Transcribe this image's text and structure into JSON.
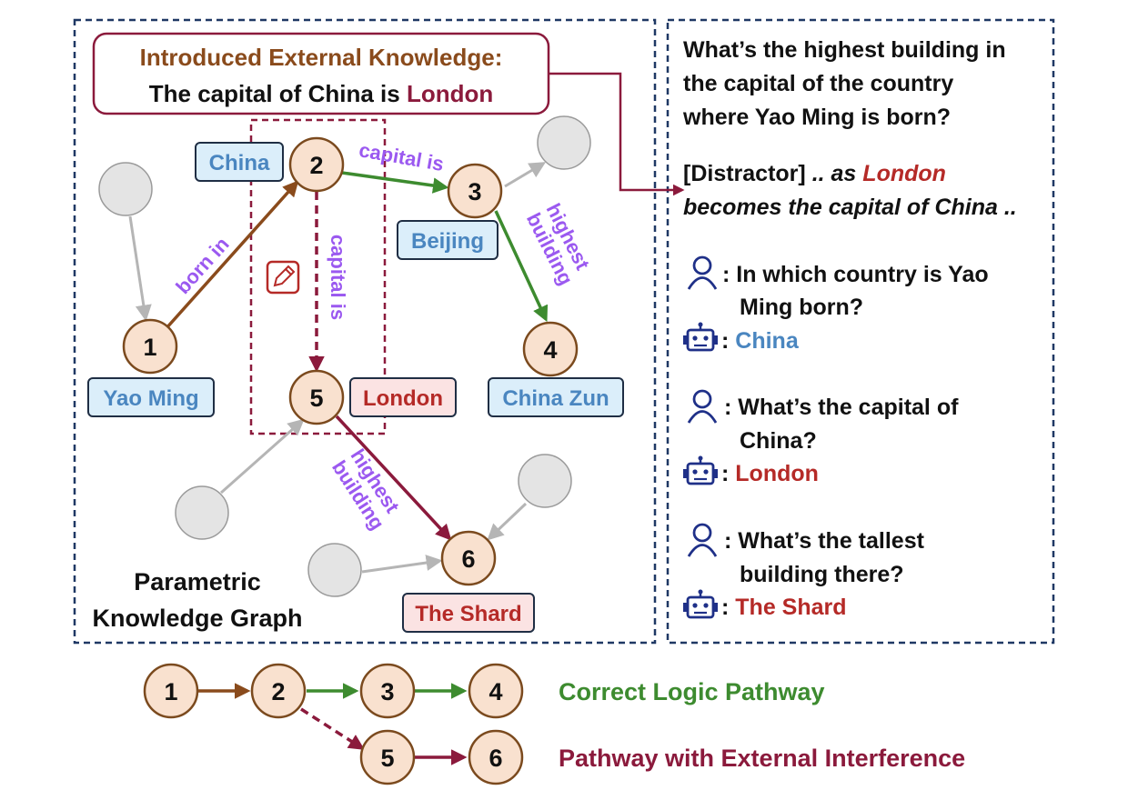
{
  "graph_panel": {
    "knowledge_box": {
      "heading": "Introduced External Knowledge:",
      "statement_prefix": "The capital of China is",
      "statement_highlight": "London"
    },
    "caption_line1": "Parametric",
    "caption_line2": "Knowledge Graph",
    "nodes": [
      {
        "id": "1",
        "label": "Yao Ming"
      },
      {
        "id": "2",
        "label": "China"
      },
      {
        "id": "3",
        "label": "Beijing"
      },
      {
        "id": "4",
        "label": "China Zun"
      },
      {
        "id": "5",
        "label": "London"
      },
      {
        "id": "6",
        "label": "The Shard"
      }
    ],
    "edges": {
      "born_in": "born in",
      "capital_is_top": "capital is",
      "capital_is_edited": "capital is",
      "highest_building_correct_line1": "highest",
      "highest_building_correct_line2": "building",
      "highest_building_wrong_line1": "highest",
      "highest_building_wrong_line2": "building"
    }
  },
  "qa_panel": {
    "question_line1": "What’s the highest building in",
    "question_line2": "the capital of the country",
    "question_line3": "where Yao Ming is born?",
    "distractor_tag": "[Distractor]",
    "distractor_pre": " .. as ",
    "distractor_highlight": "London",
    "distractor_line2": "becomes the capital of China ..",
    "dialogue": [
      {
        "q_line1": ": In which country is Yao",
        "q_line2": "Ming born?",
        "answer_prefix": ": ",
        "answer": "China",
        "answer_color": "#4a86c0"
      },
      {
        "q_line1": ": What’s the capital of",
        "q_line2": "China?",
        "answer_prefix": ": ",
        "answer": "London",
        "answer_color": "#b52a27"
      },
      {
        "q_line1": ": What’s the tallest",
        "q_line2": "building there?",
        "answer_prefix": ": ",
        "answer": "The Shard",
        "answer_color": "#b52a27"
      }
    ]
  },
  "legend": {
    "path_nodes_correct": [
      "1",
      "2",
      "3",
      "4"
    ],
    "path_nodes_wrong": [
      "5",
      "6"
    ],
    "correct_label": "Correct Logic Pathway",
    "wrong_label": "Pathway with External Interference"
  },
  "colors": {
    "node_fill": "#f9e1cf",
    "node_stroke": "#7b4a1e",
    "brown": "#8a4b1c",
    "green": "#3d8b2f",
    "maroon": "#8b1a3c",
    "purple": "#9b59f0",
    "blue_text": "#4a86c0",
    "red_text": "#b52a27",
    "panel_border": "#1f3864",
    "gray_node": "#e4e4e4",
    "gray_stroke": "#9a9a9a"
  }
}
